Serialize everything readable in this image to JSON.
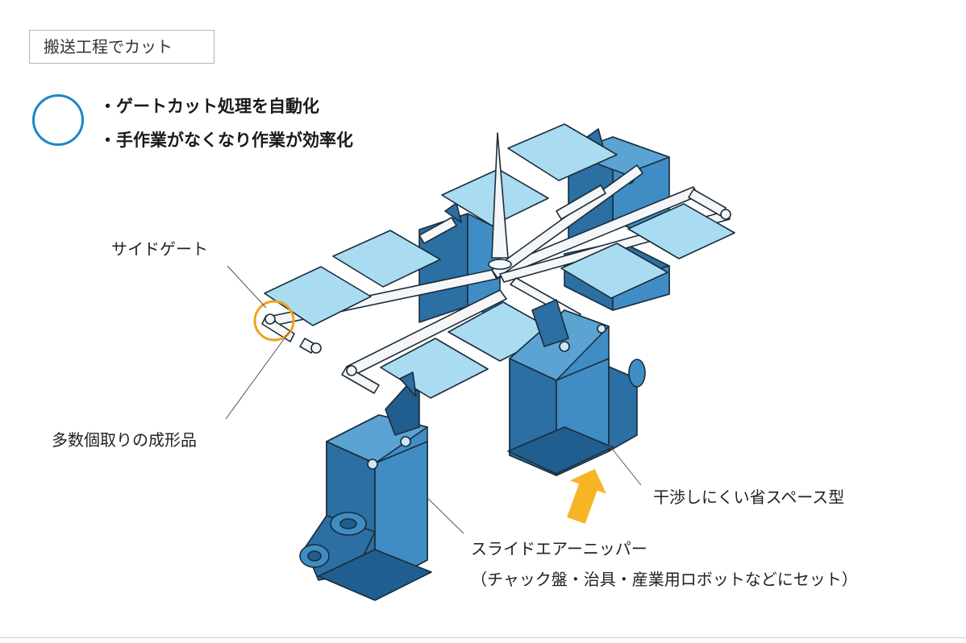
{
  "tag": {
    "label": "搬送工程でカット"
  },
  "benefits": [
    "・ゲートカット処理を自動化",
    "・手作業がなくなり作業が効率化"
  ],
  "labels": {
    "side_gate": "サイドゲート",
    "multi_cavity": "多数個取りの成形品",
    "space_saving": "干渉しにくい省スペース型",
    "nipper": "スライドエアーニッパー",
    "mount": "（チャック盤・治具・産業用ロボットなどにセット）"
  },
  "colors": {
    "device_blue": "#3f8dc4",
    "device_blue_dark": "#2b6fa3",
    "device_blue_shadow": "#1f5e8e",
    "part_light_blue": "#a9dcf0",
    "runner_white": "#f4f6f7",
    "highlight_orange": "#f0a21a",
    "arrow_yellow": "#f7b526",
    "ok_circle_blue": "#1e86c2",
    "outline": "#1b2c3a"
  }
}
